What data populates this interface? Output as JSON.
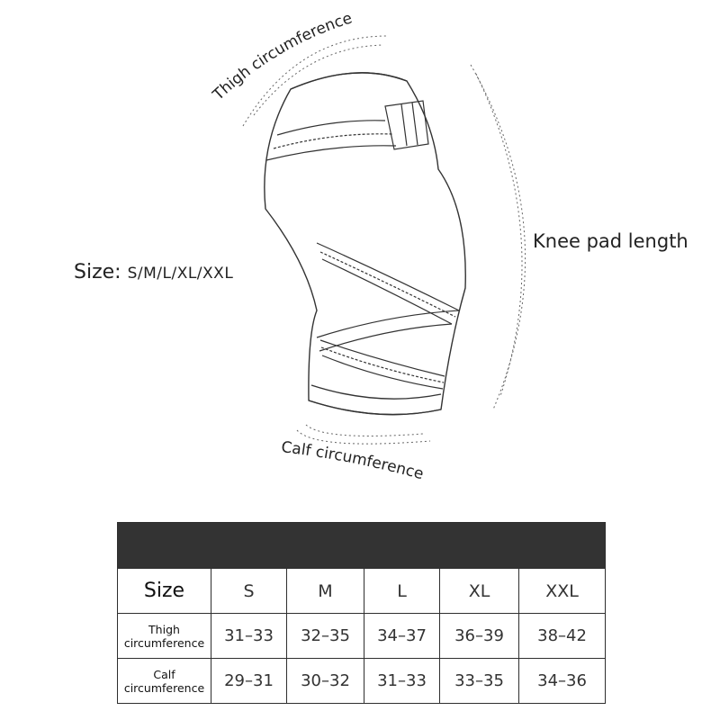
{
  "labels": {
    "thigh": "Thigh circumference",
    "calf": "Calf circumference",
    "length": "Knee pad length",
    "size_prefix": "Size:",
    "size_list": "S/M/L/XL/XXL"
  },
  "table": {
    "header": [
      "Size",
      "S",
      "M",
      "L",
      "XL",
      "XXL"
    ],
    "rows": [
      {
        "label_line1": "Thigh",
        "label_line2": "circumference",
        "values": [
          "31–33",
          "32–35",
          "34–37",
          "36–39",
          "38–42"
        ]
      },
      {
        "label_line1": "Calf",
        "label_line2": "circumference",
        "values": [
          "29–31",
          "30–32",
          "31–33",
          "33–35",
          "34–36"
        ]
      }
    ]
  },
  "colors": {
    "banner": "#333333",
    "line": "#2e2e2e"
  }
}
